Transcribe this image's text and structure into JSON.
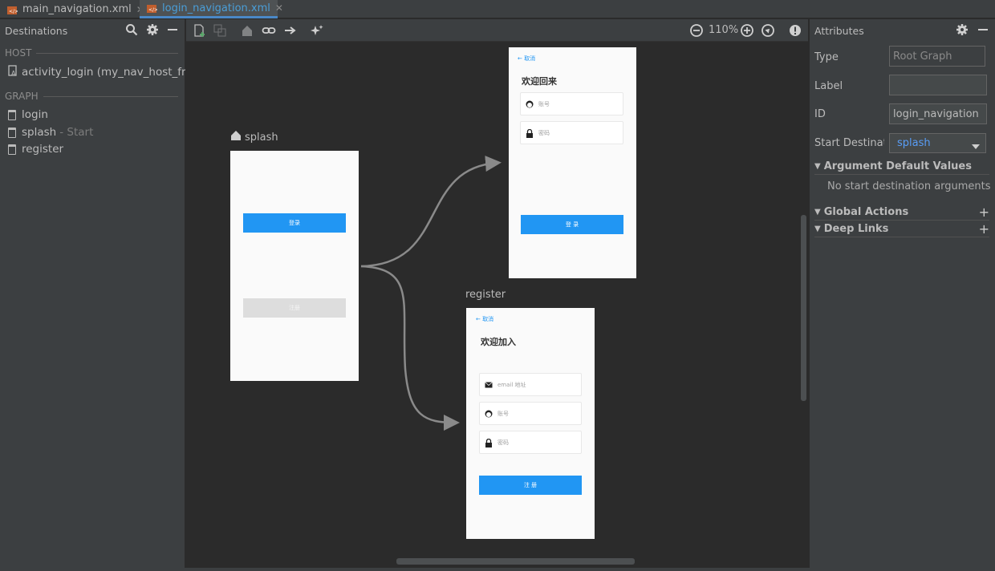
{
  "tabs": [
    {
      "label": "main_navigation.xml",
      "active": false
    },
    {
      "label": "login_navigation.xml",
      "active": true
    }
  ],
  "destinations": {
    "title": "Destinations",
    "host_label": "HOST",
    "host_item": "activity_login (my_nav_host_fragm",
    "graph_label": "GRAPH",
    "items": [
      {
        "label": "login",
        "suffix": ""
      },
      {
        "label": "splash",
        "suffix": "- Start"
      },
      {
        "label": "register",
        "suffix": ""
      }
    ]
  },
  "toolbar": {
    "zoom": "110%"
  },
  "graph": {
    "splash": {
      "title": "splash",
      "primary_button": "登录",
      "secondary_button": "注册"
    },
    "login": {
      "back": "取消",
      "heading": "欢迎回来",
      "fields": [
        "账号",
        "密码"
      ],
      "button": "登 录"
    },
    "register": {
      "title": "register",
      "back": "取消",
      "heading": "欢迎加入",
      "fields": [
        "email 地址",
        "账号",
        "密码"
      ],
      "button": "注 册"
    }
  },
  "attributes": {
    "title": "Attributes",
    "type_label": "Type",
    "type_value": "Root Graph",
    "label_label": "Label",
    "label_value": "",
    "id_label": "ID",
    "id_value": "login_navigation",
    "start_label": "Start Destinati",
    "start_value": "splash",
    "arg_group": "Argument Default Values",
    "arg_empty": "No start destination arguments",
    "global_actions": "Global Actions",
    "deep_links": "Deep Links"
  },
  "colors": {
    "accent": "#2196f3",
    "link": "#589df6",
    "background": "#2b2b2b",
    "panel": "#3c3f41"
  }
}
